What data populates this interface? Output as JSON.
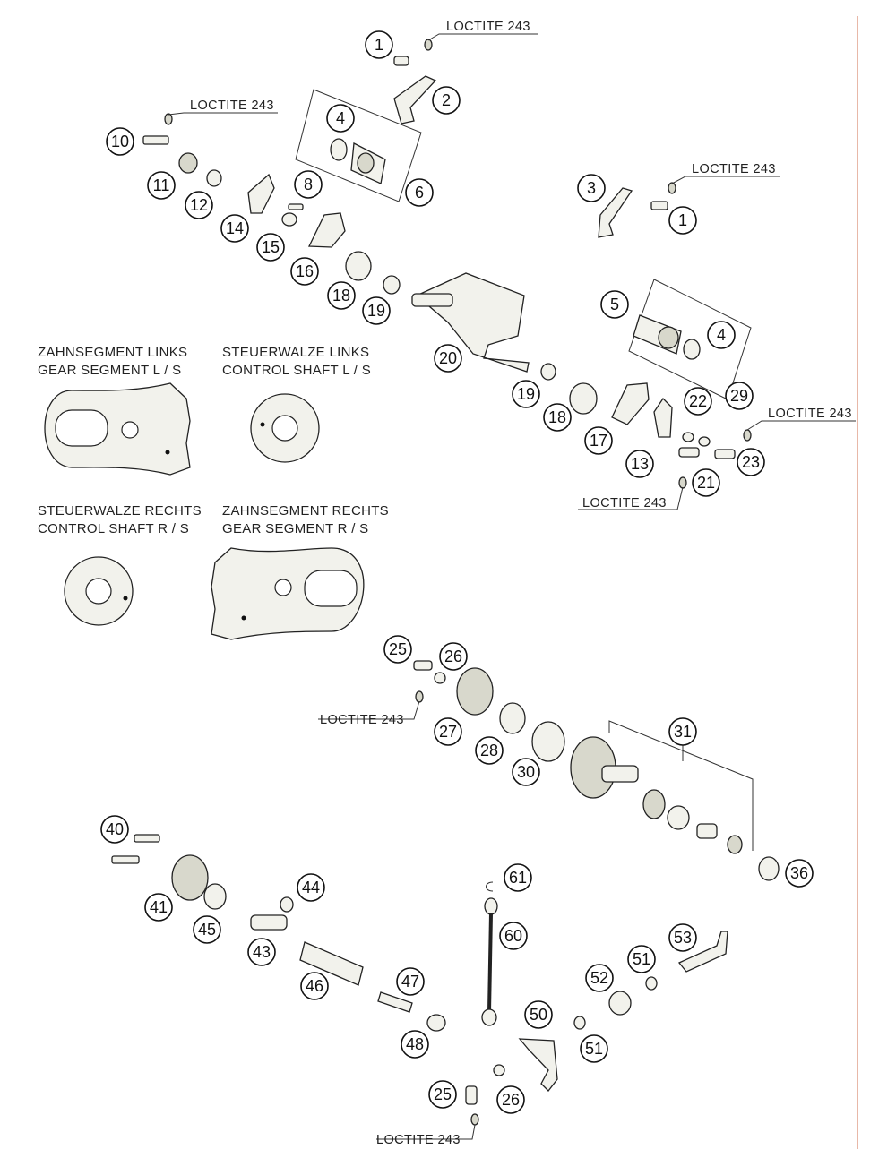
{
  "loctite_label": "LOCTITE 243",
  "legend": {
    "gear_segment_left": [
      "ZAHNSEGMENT LINKS",
      "GEAR SEGMENT L / S"
    ],
    "control_shaft_left": [
      "STEUERWALZE LINKS",
      "CONTROL SHAFT L / S"
    ],
    "control_shaft_right": [
      "STEUERWALZE RECHTS",
      "CONTROL SHAFT R / S"
    ],
    "gear_segment_right": [
      "ZAHNSEGMENT RECHTS",
      "GEAR SEGMENT R / S"
    ]
  },
  "callouts": [
    "1",
    "2",
    "4",
    "6",
    "10",
    "11",
    "12",
    "14",
    "8",
    "15",
    "16",
    "18",
    "19",
    "3",
    "1",
    "5",
    "4",
    "20",
    "19",
    "18",
    "17",
    "13",
    "22",
    "29",
    "23",
    "21",
    "25",
    "26",
    "27",
    "28",
    "30",
    "31",
    "36",
    "40",
    "41",
    "45",
    "44",
    "43",
    "46",
    "47",
    "48",
    "61",
    "60",
    "53",
    "52",
    "51",
    "51",
    "50",
    "25",
    "26"
  ]
}
